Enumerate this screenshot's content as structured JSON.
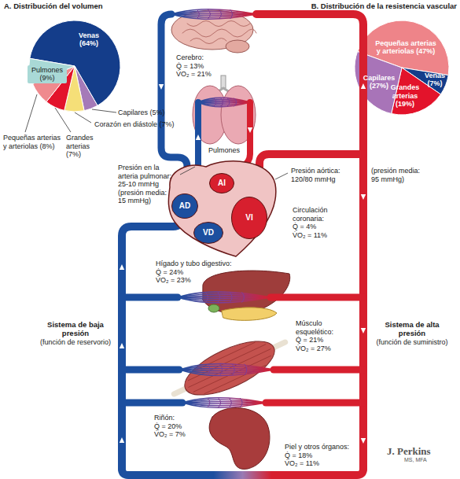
{
  "diagram": {
    "nodes": [
      {
        "text": [
          "AI"
        ]
      },
      {
        "text": [
          "AD"
        ]
      },
      {
        "text": [
          "VI"
        ]
      },
      {
        "text": [
          "VD"
        ]
      }
    ],
    "labels": [
      "A. Distribución del volumen",
      "B. Distribución de la resistencia vascular",
      "Venas (64%)",
      "Pulmones (9%)",
      "Pequeñas arterias y arteriolas (8%)",
      "Grandes arterias (7%)",
      "Corazón en diástole (7%)",
      "Capilares (5%)",
      "Pequeñas arterias y arteriolas (47%)",
      "Capilares (27%)",
      "Grandes arterias (19%)",
      "Venas (7%)",
      "Cerebro:",
      "Q̇ = 13%",
      "V̇O₂ = 21%",
      "Pulmones",
      "Presión en la arteria pulmonar: 25-10 mmHg",
      "(presión media: 15 mmHg)",
      "Presión aórtica: 120/80 mmHg",
      "(presión media: 95 mmHg)",
      "Circulación coronaria:",
      "Q̇ = 4%",
      "V̇O₂ = 11%",
      "Hígado y tubo digestivo:",
      "Q̇ = 24%",
      "V̇O₂ = 23%",
      "Sistema de baja presión",
      "(función de reservorio)",
      "Sistema de alta presión",
      "(función de suministro)",
      "Músculo esquelético:",
      "Q̇ = 21%",
      "V̇O₂ = 27%",
      "Riñón:",
      "Q̇ = 20%",
      "V̇O₂ = 7%",
      "Piel y otros órganos:",
      "Q̇ = 18%",
      "V̇O₂ = 11%",
      "J. Perkins",
      "MS, MFA"
    ]
  }
}
